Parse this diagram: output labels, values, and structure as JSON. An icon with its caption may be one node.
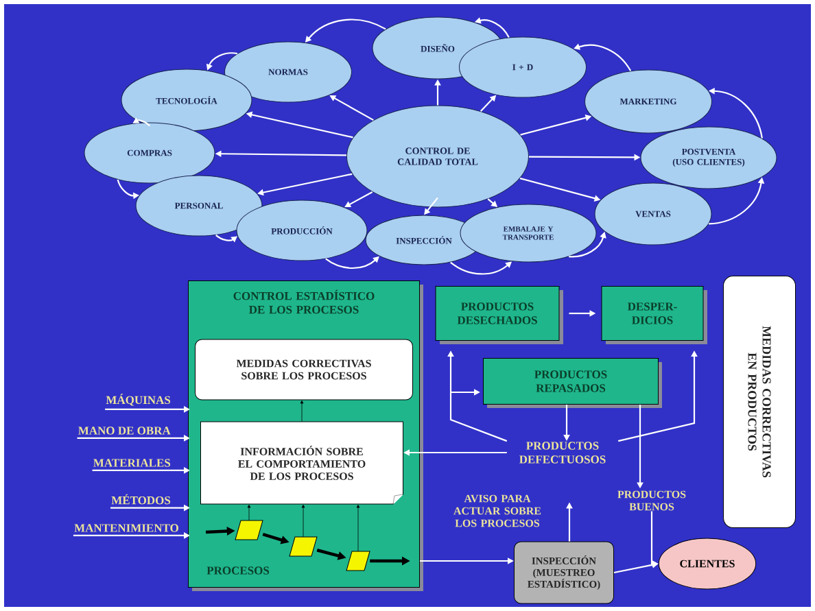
{
  "diagram": {
    "nodes": [
      {
        "text": [
          "DISEÑO"
        ]
      },
      {
        "text": [
          "NORMAS"
        ]
      },
      {
        "text": [
          "I + D"
        ]
      },
      {
        "text": [
          "TECNOLOGÍA"
        ]
      },
      {
        "text": [
          "MARKETING"
        ]
      },
      {
        "text": [
          "CONTROL DE CALIDAD TOTAL"
        ]
      },
      {
        "text": [
          "COMPRAS"
        ]
      },
      {
        "text": [
          "POSTVENTA (USO CLIENTES)"
        ]
      },
      {
        "text": [
          "PERSONAL"
        ]
      },
      {
        "text": [
          "VENTAS"
        ]
      },
      {
        "text": [
          "PRODUCCIÓN"
        ]
      },
      {
        "text": [
          "INSPECCIÓN"
        ]
      },
      {
        "text": [
          "EMBALAJE Y TRANSPORTE"
        ]
      },
      {
        "text": [
          "CONTROL ESTADÍSTICO DE LOS PROCESOS"
        ]
      },
      {
        "text": [
          "MEDIDAS CORRECTIVAS SOBRE LOS PROCESOS"
        ],
        "in": 13
      },
      {
        "text": [
          "INFORMACIÓN SOBRE EL COMPORTAMIENTO DE LOS PROCESOS"
        ],
        "in": 13
      },
      {
        "text": [],
        "shape": "parallelogram",
        "in": 13
      },
      {
        "text": [],
        "shape": "parallelogram",
        "in": 13
      },
      {
        "text": [],
        "shape": "parallelogram",
        "in": 13
      },
      {
        "text": [
          "MÁQUINAS"
        ]
      },
      {
        "text": [
          "MANO DE OBRA"
        ]
      },
      {
        "text": [
          "MATERIALES"
        ]
      },
      {
        "text": [
          "MÉTODOS"
        ]
      },
      {
        "text": [
          "MANTENIMIENTO"
        ]
      },
      {
        "text": [
          "PRODUCTOS DESECHADOS"
        ]
      },
      {
        "text": [
          "DESPER- DICIOS"
        ]
      },
      {
        "text": [
          "PRODUCTOS REPASADOS"
        ]
      },
      {
        "text": [
          "PRODUCTOS DEFECTUOSOS"
        ]
      },
      {
        "text": [
          "MEDIDAS CORRECTIVAS EN PRODUCTOS"
        ]
      },
      {
        "text": [
          "AVISO PARA ACTUAR SOBRE LOS PROCESOS"
        ]
      },
      {
        "text": [
          "PRODUCTOS BUENOS"
        ]
      },
      {
        "text": [
          "INSPECCIÓN (MUESTREO ESTADÍSTICO)"
        ]
      },
      {
        "text": [
          "CLIENTES"
        ]
      }
    ],
    "edges": [
      {
        "from": 5,
        "to": 0,
        "arrow": "to"
      },
      {
        "from": 5,
        "to": 1,
        "arrow": "to"
      },
      {
        "from": 5,
        "to": 2,
        "arrow": "to"
      },
      {
        "from": 5,
        "to": 3,
        "arrow": "to"
      },
      {
        "from": 5,
        "to": 4,
        "arrow": "to"
      },
      {
        "from": 5,
        "to": 6,
        "arrow": "to"
      },
      {
        "from": 5,
        "to": 7,
        "arrow": "to"
      },
      {
        "from": 5,
        "to": 8,
        "arrow": "to"
      },
      {
        "from": 5,
        "to": 9,
        "arrow": "to"
      },
      {
        "from": 5,
        "to": 10,
        "arrow": "to"
      },
      {
        "from": 5,
        "to": 11,
        "arrow": "to"
      },
      {
        "from": 5,
        "to": 12,
        "arrow": "to"
      },
      {
        "from": 2,
        "to": 0,
        "arrow": "to"
      },
      {
        "from": 0,
        "to": 1,
        "arrow": "to"
      },
      {
        "from": 1,
        "to": 3,
        "arrow": "to"
      },
      {
        "from": 3,
        "to": 6,
        "arrow": "to"
      },
      {
        "from": 6,
        "to": 8,
        "arrow": "to"
      },
      {
        "from": 8,
        "to": 10,
        "arrow": "to"
      },
      {
        "from": 10,
        "to": 11,
        "arrow": "to"
      },
      {
        "from": 11,
        "to": 12,
        "arrow": "to"
      },
      {
        "from": 12,
        "to": 9,
        "arrow": "to"
      },
      {
        "from": 9,
        "to": 7,
        "arrow": "to"
      },
      {
        "from": 7,
        "to": 4,
        "arrow": "to"
      },
      {
        "from": 4,
        "to": 2,
        "arrow": "to"
      },
      {
        "from": 19,
        "to": 13,
        "arrow": "to"
      },
      {
        "from": 20,
        "to": 13,
        "arrow": "to"
      },
      {
        "from": 21,
        "to": 13,
        "arrow": "to"
      },
      {
        "from": 22,
        "to": 13,
        "arrow": "to"
      },
      {
        "from": 23,
        "to": 13,
        "arrow": "to"
      },
      {
        "from": null,
        "to": 16,
        "arrow": "to",
        "style": "thick",
        "color": "#000000"
      },
      {
        "from": 16,
        "to": 17,
        "arrow": "to",
        "style": "thick",
        "color": "#000000"
      },
      {
        "from": 17,
        "to": 18,
        "arrow": "to",
        "style": "thick",
        "color": "#000000"
      },
      {
        "from": 18,
        "to": null,
        "arrow": "to",
        "style": "thick",
        "color": "#000000"
      },
      {
        "from": 16,
        "to": 15,
        "arrow": "to",
        "color": "#000000"
      },
      {
        "from": 17,
        "to": 15,
        "arrow": "to",
        "color": "#000000"
      },
      {
        "from": 18,
        "to": 15,
        "arrow": "to",
        "color": "#000000"
      },
      {
        "from": 15,
        "to": 14,
        "arrow": "to",
        "color": "#000000"
      },
      {
        "from": 13,
        "to": 31,
        "arrow": "to"
      },
      {
        "from": 24,
        "to": 25,
        "arrow": "to"
      },
      {
        "from": 27,
        "to": 24,
        "arrow": "to"
      },
      {
        "from": 27,
        "to": 26,
        "arrow": "to"
      },
      {
        "from": 26,
        "to": 27,
        "arrow": "to"
      },
      {
        "from": 27,
        "to": 25,
        "arrow": "to"
      },
      {
        "from": 26,
        "to": 30,
        "arrow": "to"
      },
      {
        "from": 27,
        "to": 15,
        "arrow": "to"
      },
      {
        "from": 31,
        "to": 29,
        "arrow": "to"
      },
      {
        "from": 30,
        "to": 32,
        "arrow": "to"
      },
      {
        "from": 31,
        "to": 32,
        "arrow": "to"
      }
    ],
    "labels": [
      "PROCESOS"
    ]
  }
}
